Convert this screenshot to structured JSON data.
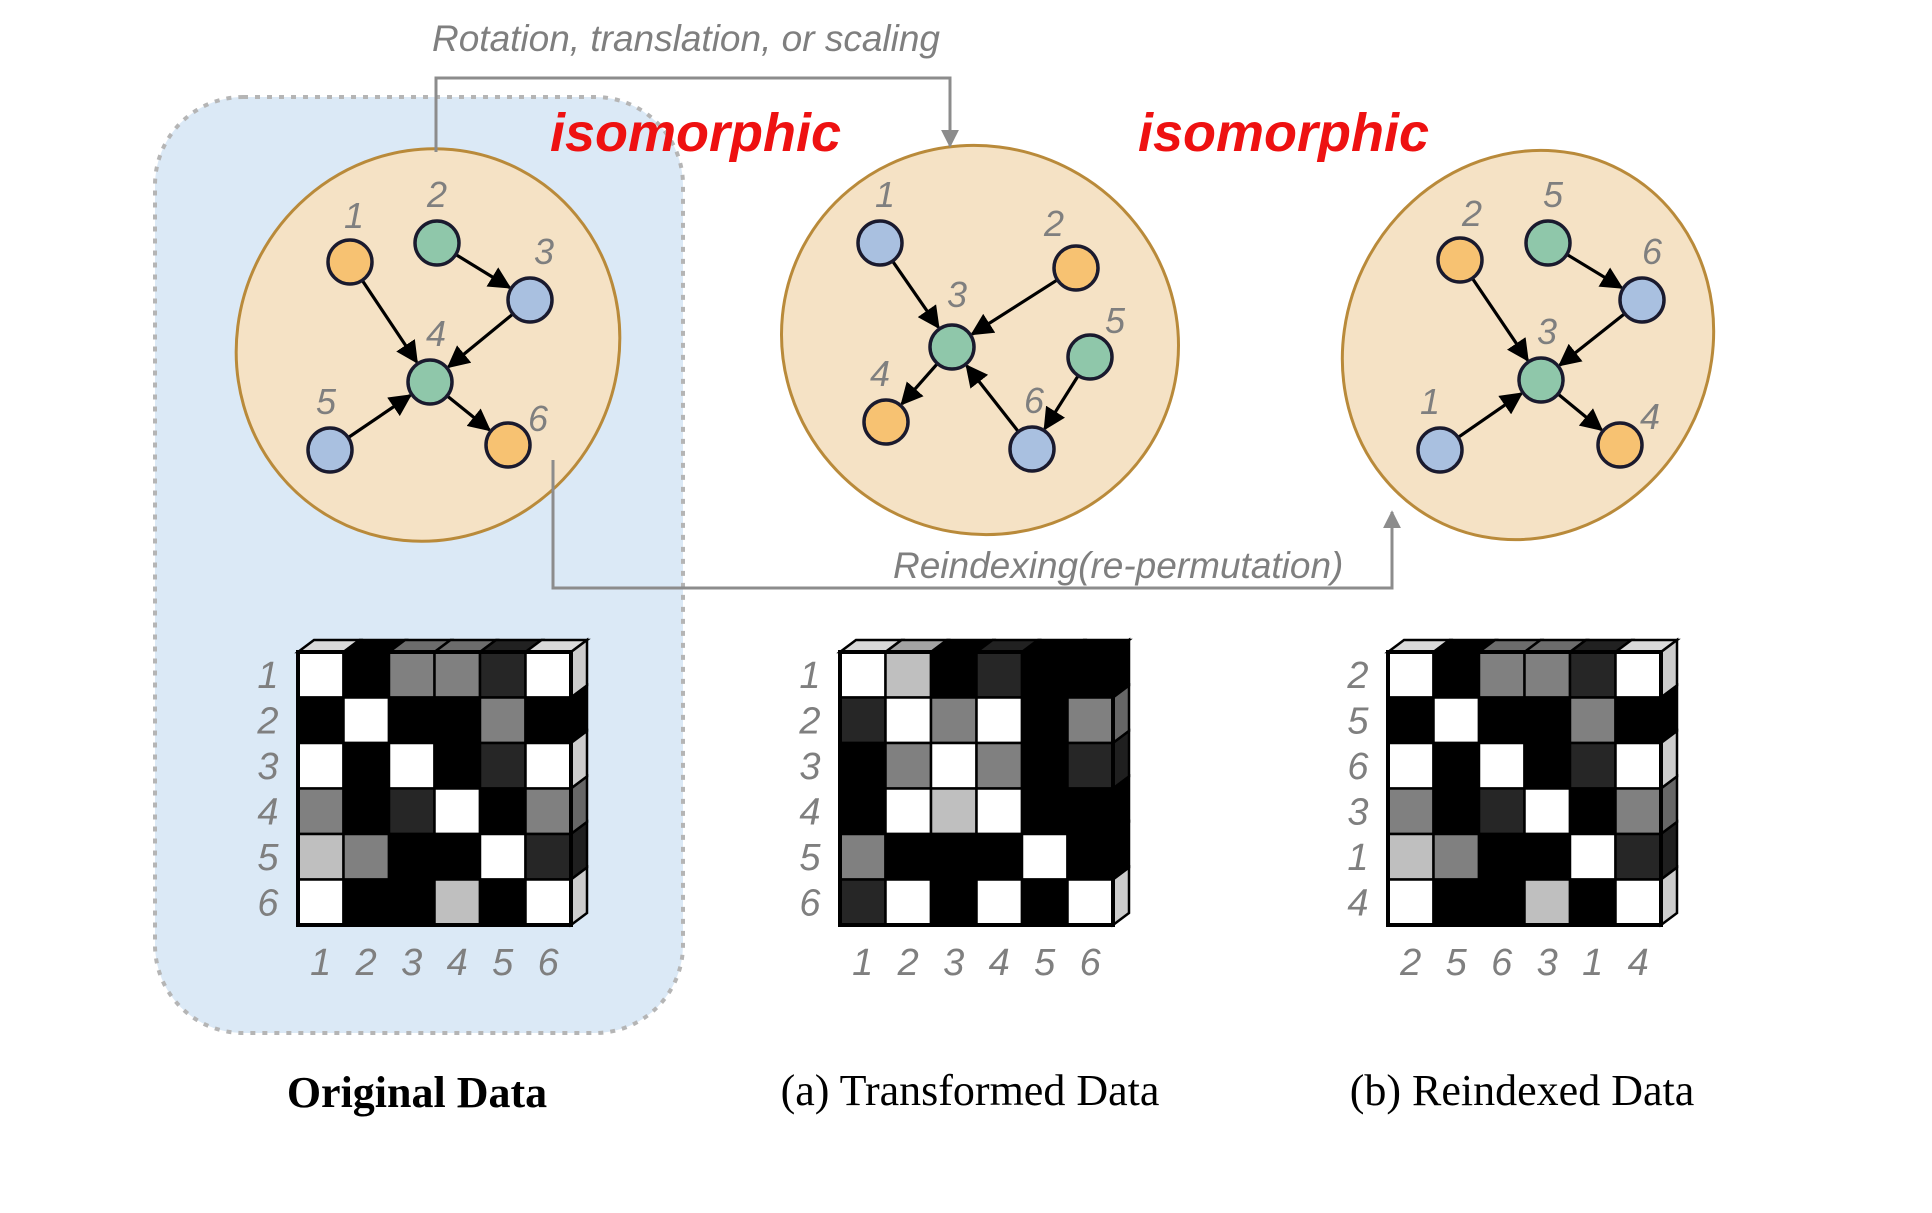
{
  "annotations": {
    "top_arrow": "Rotation, translation, or scaling",
    "bottom_arrow": "Reindexing(re-permutation)",
    "iso_left": "isomorphic",
    "iso_right": "isomorphic"
  },
  "colors": {
    "highlight_bg": "#dbe9f6",
    "ellipse_fill": "#f5e2c5",
    "ellipse_stroke": "#b98a3a",
    "node_orange": "#f7c272",
    "node_blue": "#a9c0e0",
    "node_green": "#8fc7aa",
    "iso_red": "#ee1111",
    "label_gray": "#7f7f7f",
    "arrow_gray": "#8c8c8c"
  },
  "captions": {
    "original": "Original Data",
    "transformed": "(a) Transformed Data",
    "reindexed": "(b) Reindexed Data"
  },
  "panels": [
    {
      "id": "original",
      "nodes": [
        {
          "label": "1",
          "color": "orange"
        },
        {
          "label": "2",
          "color": "green"
        },
        {
          "label": "3",
          "color": "blue"
        },
        {
          "label": "4",
          "color": "green"
        },
        {
          "label": "5",
          "color": "blue"
        },
        {
          "label": "6",
          "color": "orange"
        }
      ],
      "edges": [
        [
          "1",
          "4"
        ],
        [
          "2",
          "3"
        ],
        [
          "3",
          "4"
        ],
        [
          "5",
          "4"
        ],
        [
          "4",
          "6"
        ]
      ],
      "matrix": {
        "row_labels": [
          "1",
          "2",
          "3",
          "4",
          "5",
          "6"
        ],
        "col_labels": [
          "1",
          "2",
          "3",
          "4",
          "5",
          "6"
        ],
        "values": [
          [
            1.0,
            0.0,
            0.5,
            0.5,
            0.15,
            1.0
          ],
          [
            0.0,
            1.0,
            0.0,
            0.0,
            0.5,
            0.0
          ],
          [
            1.0,
            0.0,
            1.0,
            0.0,
            0.15,
            1.0
          ],
          [
            0.5,
            0.0,
            0.15,
            1.0,
            0.0,
            0.5
          ],
          [
            0.75,
            0.5,
            0.0,
            0.0,
            1.0,
            0.15
          ],
          [
            1.0,
            0.0,
            0.0,
            0.75,
            0.0,
            1.0
          ]
        ]
      }
    },
    {
      "id": "transformed",
      "nodes": [
        {
          "label": "1",
          "color": "blue"
        },
        {
          "label": "2",
          "color": "orange"
        },
        {
          "label": "3",
          "color": "green"
        },
        {
          "label": "4",
          "color": "orange"
        },
        {
          "label": "5",
          "color": "green"
        },
        {
          "label": "6",
          "color": "blue"
        }
      ],
      "edges": [
        [
          "1",
          "3"
        ],
        [
          "2",
          "3"
        ],
        [
          "3",
          "4"
        ],
        [
          "6",
          "3"
        ],
        [
          "5",
          "6"
        ]
      ],
      "matrix": {
        "row_labels": [
          "1",
          "2",
          "3",
          "4",
          "5",
          "6"
        ],
        "col_labels": [
          "1",
          "2",
          "3",
          "4",
          "5",
          "6"
        ],
        "values": [
          [
            1.0,
            0.75,
            0.0,
            0.15,
            0.0,
            0.0
          ],
          [
            0.15,
            1.0,
            0.5,
            1.0,
            0.0,
            0.5
          ],
          [
            0.0,
            0.5,
            1.0,
            0.5,
            0.0,
            0.15
          ],
          [
            0.0,
            1.0,
            0.75,
            1.0,
            0.0,
            0.0
          ],
          [
            0.5,
            0.0,
            0.0,
            0.0,
            1.0,
            0.0
          ],
          [
            0.15,
            1.0,
            0.0,
            1.0,
            0.0,
            1.0
          ]
        ]
      }
    },
    {
      "id": "reindexed",
      "nodes": [
        {
          "label": "2",
          "color": "orange"
        },
        {
          "label": "5",
          "color": "green"
        },
        {
          "label": "6",
          "color": "blue"
        },
        {
          "label": "3",
          "color": "green"
        },
        {
          "label": "1",
          "color": "blue"
        },
        {
          "label": "4",
          "color": "orange"
        }
      ],
      "edges": [
        [
          "2",
          "3"
        ],
        [
          "5",
          "6"
        ],
        [
          "6",
          "3"
        ],
        [
          "1",
          "3"
        ],
        [
          "3",
          "4"
        ]
      ],
      "matrix": {
        "row_labels": [
          "2",
          "5",
          "6",
          "3",
          "1",
          "4"
        ],
        "col_labels": [
          "2",
          "5",
          "6",
          "3",
          "1",
          "4"
        ],
        "values": [
          [
            1.0,
            0.0,
            0.5,
            0.5,
            0.15,
            1.0
          ],
          [
            0.0,
            1.0,
            0.0,
            0.0,
            0.5,
            0.0
          ],
          [
            1.0,
            0.0,
            1.0,
            0.0,
            0.15,
            1.0
          ],
          [
            0.5,
            0.0,
            0.15,
            1.0,
            0.0,
            0.5
          ],
          [
            0.75,
            0.5,
            0.0,
            0.0,
            1.0,
            0.15
          ],
          [
            1.0,
            0.0,
            0.0,
            0.75,
            0.0,
            1.0
          ]
        ]
      }
    }
  ]
}
